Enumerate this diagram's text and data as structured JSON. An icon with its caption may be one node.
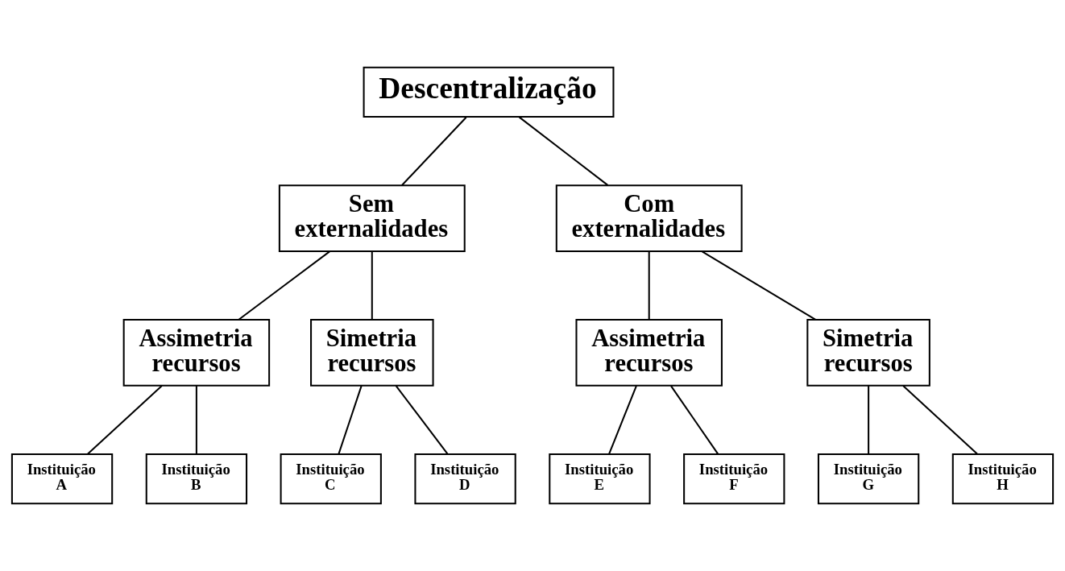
{
  "diagram": {
    "nodes": [
      {
        "text": [
          "Descentralização"
        ]
      },
      {
        "text": [
          "Sem externalidades"
        ]
      },
      {
        "text": [
          "Com externalidades"
        ]
      },
      {
        "text": [
          "Assimetria recursos"
        ]
      },
      {
        "text": [
          "Simetria recursos"
        ]
      },
      {
        "text": [
          "Assimetria recursos"
        ]
      },
      {
        "text": [
          "Simetria recursos"
        ]
      },
      {
        "text": [
          "Instituição A"
        ]
      },
      {
        "text": [
          "Instituição B"
        ]
      },
      {
        "text": [
          "Instituição C"
        ]
      },
      {
        "text": [
          "Instituição D"
        ]
      },
      {
        "text": [
          "Instituição E"
        ]
      },
      {
        "text": [
          "Instituição F"
        ]
      },
      {
        "text": [
          "Instituição G"
        ]
      },
      {
        "text": [
          "Instituição H"
        ]
      }
    ],
    "edges": [
      {
        "from": 0,
        "to": 1,
        "arrow": "none"
      },
      {
        "from": 0,
        "to": 2,
        "arrow": "none"
      },
      {
        "from": 1,
        "to": 3,
        "arrow": "none"
      },
      {
        "from": 1,
        "to": 4,
        "arrow": "none"
      },
      {
        "from": 2,
        "to": 5,
        "arrow": "none"
      },
      {
        "from": 2,
        "to": 6,
        "arrow": "none"
      },
      {
        "from": 3,
        "to": 7,
        "arrow": "none"
      },
      {
        "from": 3,
        "to": 8,
        "arrow": "none"
      },
      {
        "from": 4,
        "to": 9,
        "arrow": "none"
      },
      {
        "from": 4,
        "to": 10,
        "arrow": "none"
      },
      {
        "from": 5,
        "to": 11,
        "arrow": "none"
      },
      {
        "from": 5,
        "to": 12,
        "arrow": "none"
      },
      {
        "from": 6,
        "to": 13,
        "arrow": "none"
      },
      {
        "from": 6,
        "to": 14,
        "arrow": "none"
      }
    ]
  }
}
